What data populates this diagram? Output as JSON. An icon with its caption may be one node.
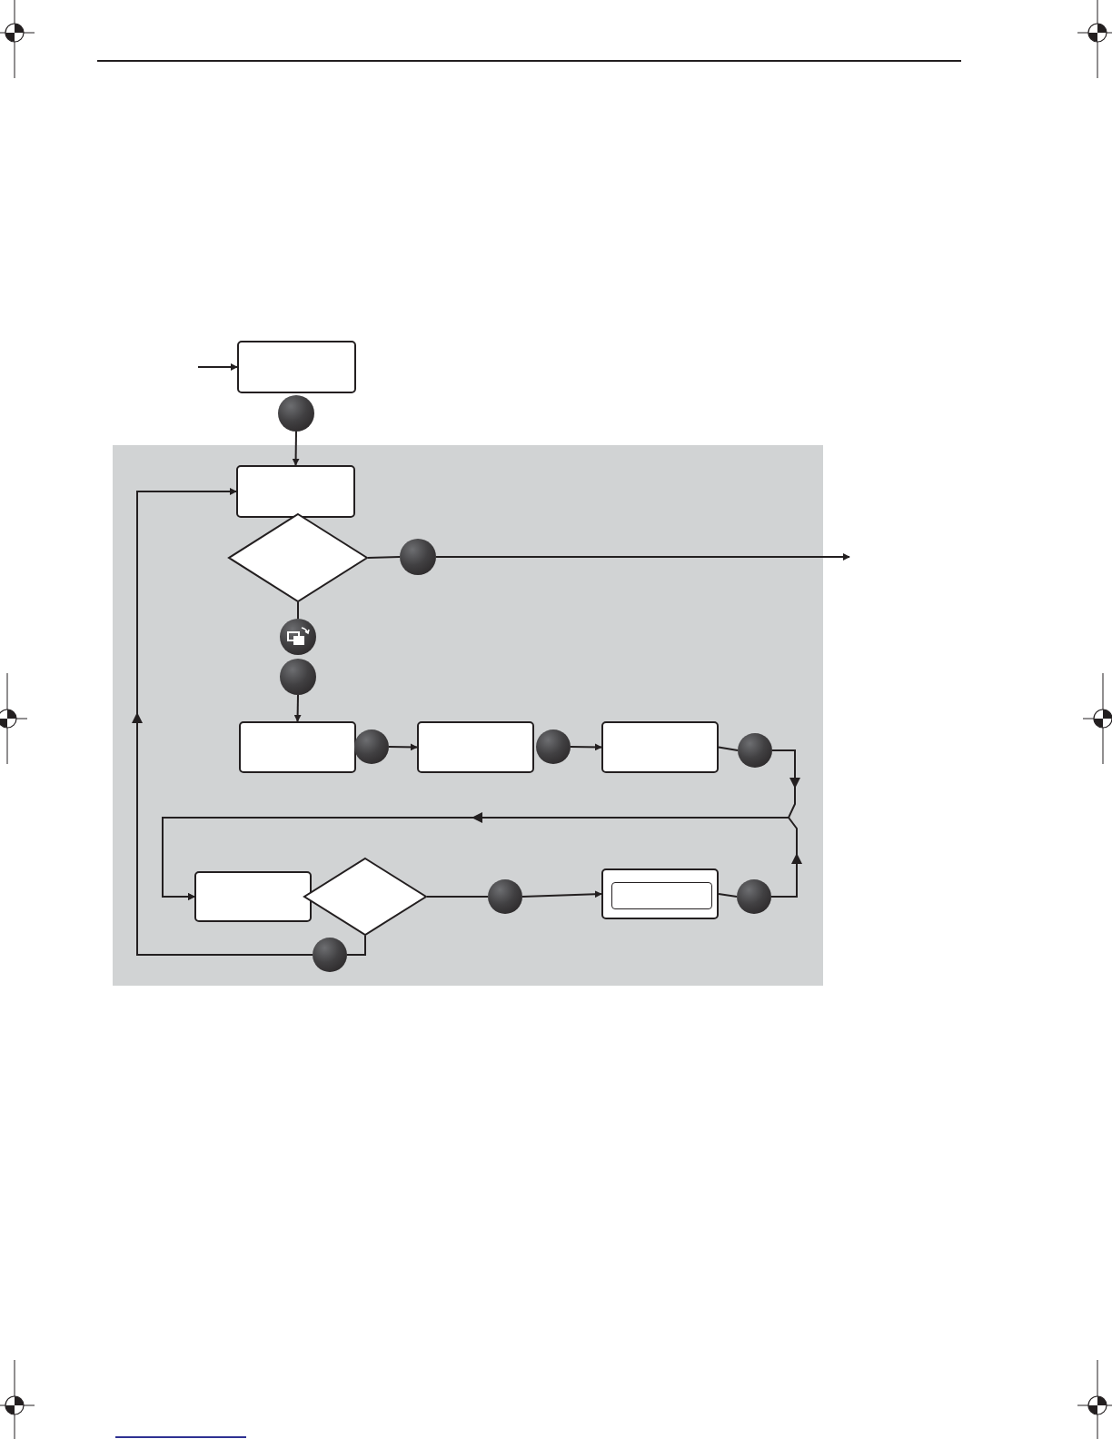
{
  "diagram": {
    "nodes": [
      {
        "text": [],
        "shape": "box"
      },
      {
        "text": [],
        "shape": "circle"
      },
      {
        "text": [],
        "shape": "box"
      },
      {
        "text": [],
        "shape": "box",
        "in": 2
      },
      {
        "text": [],
        "shape": "diamond",
        "in": 2
      },
      {
        "text": [],
        "shape": "circle",
        "in": 2
      },
      {
        "text": [],
        "shape": "circle",
        "in": 2
      },
      {
        "text": [],
        "shape": "circle",
        "in": 2
      },
      {
        "text": [],
        "shape": "box",
        "in": 2
      },
      {
        "text": [],
        "shape": "circle",
        "in": 2
      },
      {
        "text": [],
        "shape": "box",
        "in": 2
      },
      {
        "text": [],
        "shape": "circle",
        "in": 2
      },
      {
        "text": [],
        "shape": "box",
        "in": 2
      },
      {
        "text": [],
        "shape": "circle",
        "in": 2
      },
      {
        "text": [],
        "shape": "box",
        "in": 2
      },
      {
        "text": [],
        "shape": "diamond",
        "in": 2
      },
      {
        "text": [],
        "shape": "circle",
        "in": 2
      },
      {
        "text": [],
        "shape": "box",
        "in": 2
      },
      {
        "text": [],
        "shape": "circle",
        "in": 2
      },
      {
        "text": [],
        "shape": "circle",
        "in": 2
      },
      {
        "text": [],
        "shape": "box",
        "in": 17
      }
    ],
    "edges": [
      {
        "from": null,
        "to": 0,
        "arrow": "to"
      },
      {
        "from": 1,
        "to": 3,
        "arrow": "to"
      },
      {
        "from": 4,
        "to": 5,
        "arrow": "none"
      },
      {
        "from": 5,
        "to": null,
        "arrow": "to"
      },
      {
        "from": 4,
        "to": 6,
        "arrow": "none"
      },
      {
        "from": 7,
        "to": 8,
        "arrow": "to"
      },
      {
        "from": 9,
        "to": 10,
        "arrow": "to"
      },
      {
        "from": 11,
        "to": 12,
        "arrow": "to"
      },
      {
        "from": 12,
        "to": 13,
        "arrow": "none"
      },
      {
        "from": 13,
        "to": 14,
        "arrow": "to"
      },
      {
        "from": 18,
        "to": 14,
        "arrow": "to"
      },
      {
        "from": 15,
        "to": 16,
        "arrow": "none"
      },
      {
        "from": 16,
        "to": 17,
        "arrow": "to"
      },
      {
        "from": 17,
        "to": 18,
        "arrow": "none"
      },
      {
        "from": 15,
        "to": 19,
        "arrow": "none"
      },
      {
        "from": 19,
        "to": 3,
        "arrow": "to"
      }
    ]
  }
}
